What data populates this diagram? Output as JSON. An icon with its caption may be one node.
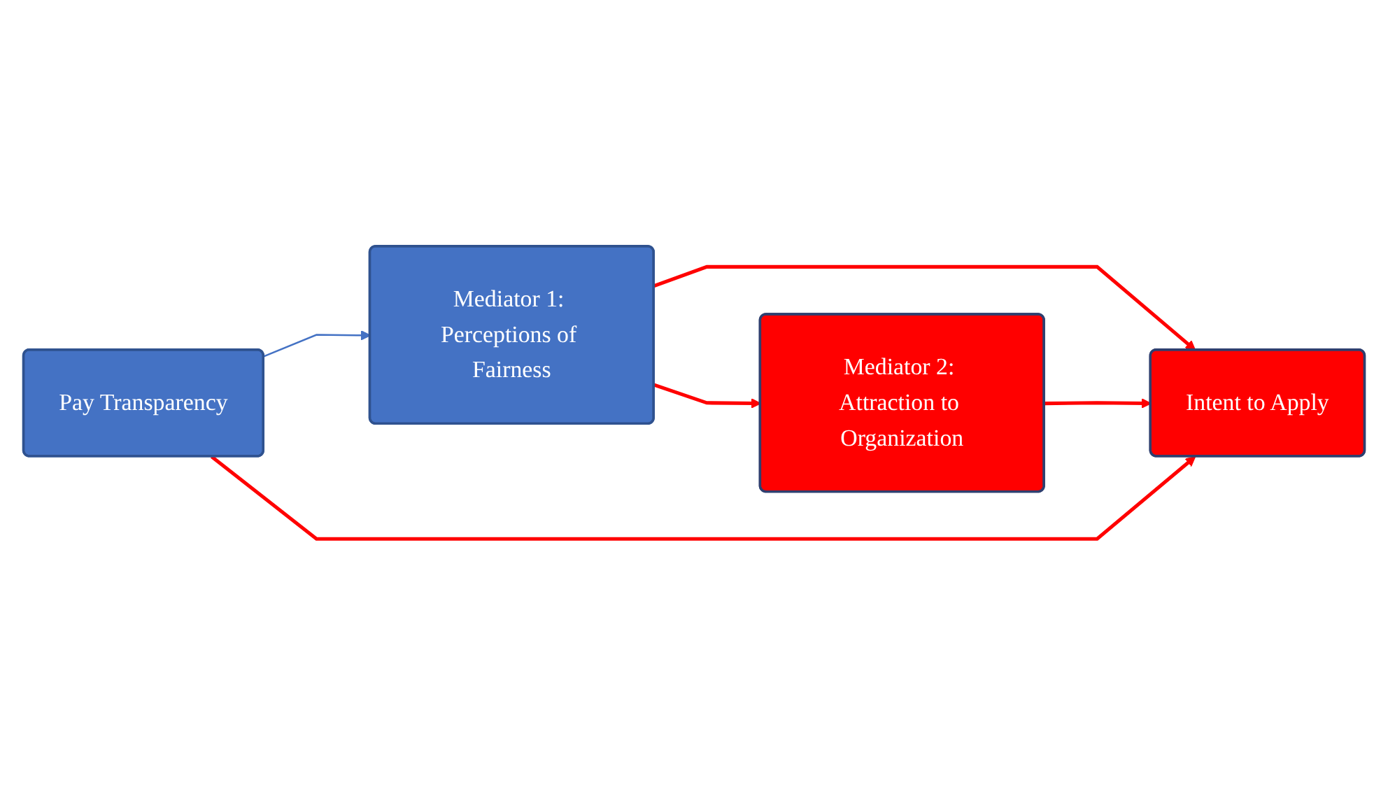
{
  "diagram": {
    "nodes": [
      {
        "text": [
          "Mediator 1: Perceptions of Fairness"
        ]
      },
      {
        "text": [
          "Mediator 2: Attraction to Organization"
        ]
      },
      {
        "text": [
          "Pay Transparency"
        ]
      },
      {
        "text": [
          "Intent to Apply"
        ]
      }
    ],
    "edges": [
      {
        "from": 2,
        "to": 0,
        "arrow": "to",
        "color": "#4472c4"
      },
      {
        "from": 0,
        "to": 1,
        "arrow": "to"
      },
      {
        "from": 0,
        "to": 3,
        "arrow": "to"
      },
      {
        "from": 1,
        "to": 3,
        "arrow": "to"
      },
      {
        "from": 2,
        "to": 3,
        "arrow": "to"
      }
    ]
  }
}
